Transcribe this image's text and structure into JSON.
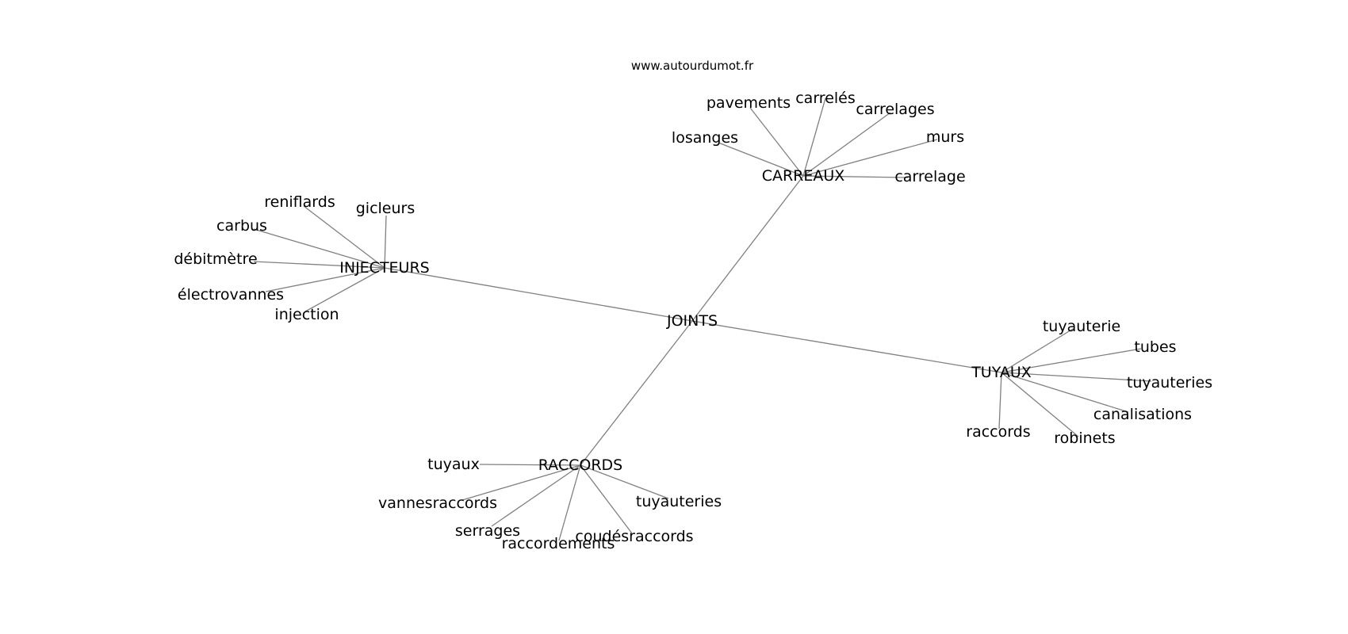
{
  "source": "www.autourdumot.fr",
  "center": "JOINTS",
  "groups": [
    {
      "hub": "CARREAUX",
      "leaves": [
        "pavements",
        "carrelés",
        "carrelages",
        "losanges",
        "murs",
        "carrelage"
      ]
    },
    {
      "hub": "INJECTEURS",
      "leaves": [
        "reniflards",
        "gicleurs",
        "carbus",
        "débitmètre",
        "électrovannes",
        "injection"
      ]
    },
    {
      "hub": "TUYAUX",
      "leaves": [
        "tuyauterie",
        "tubes",
        "tuyauteries",
        "canalisations",
        "raccords",
        "robinets"
      ]
    },
    {
      "hub": "RACCORDS",
      "leaves": [
        "tuyaux",
        "vannesraccords",
        "tuyauteries",
        "serrages",
        "raccordements",
        "coudésraccords"
      ]
    }
  ]
}
